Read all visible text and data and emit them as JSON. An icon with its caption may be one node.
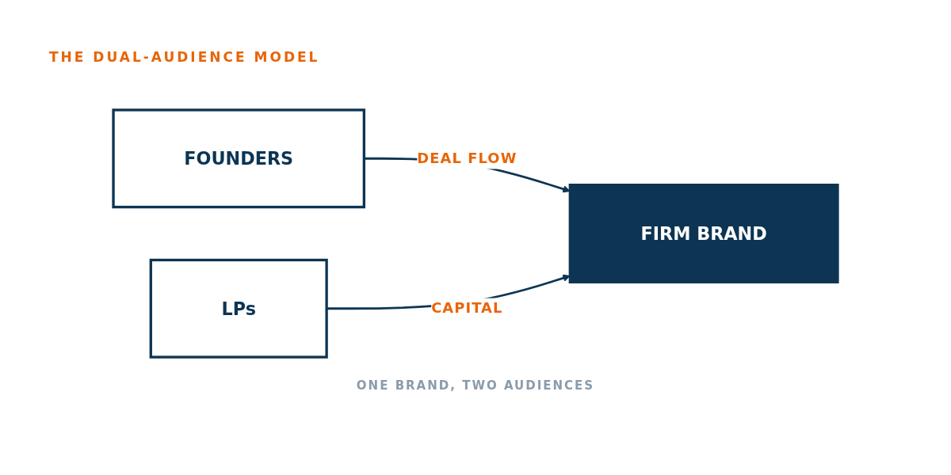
{
  "diagram": {
    "title": "THE DUAL-AUDIENCE MODEL",
    "nodes": [
      {
        "text": [
          "FOUNDERS"
        ]
      },
      {
        "text": [
          "FIRM BRAND"
        ]
      },
      {
        "text": [
          "LPs"
        ]
      }
    ],
    "edges": [
      {
        "from": 0,
        "to": 1,
        "arrow": "to",
        "label": "DEAL FLOW"
      },
      {
        "from": 2,
        "to": 1,
        "arrow": "to",
        "label": "CAPITAL"
      }
    ],
    "caption": "ONE BRAND, TWO AUDIENCES"
  }
}
